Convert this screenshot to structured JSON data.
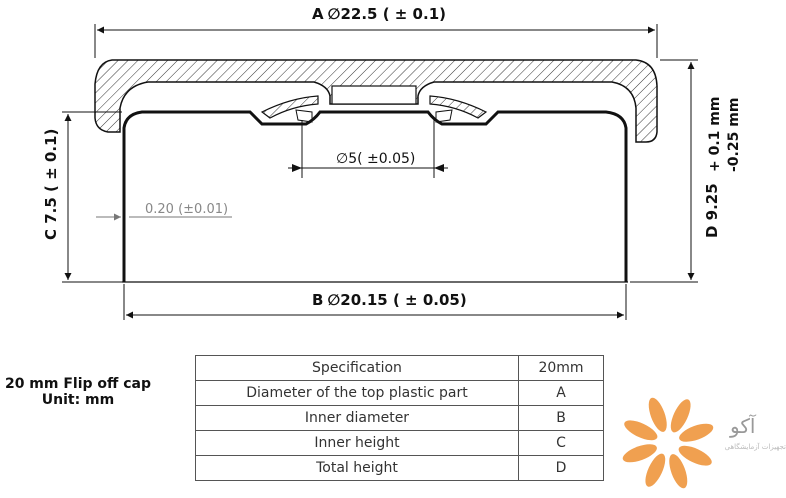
{
  "dimensions": {
    "a_label": "A",
    "a_value": "∅22.5 ( ± 0.1)",
    "b_label": "B",
    "b_value": "∅20.15 ( ± 0.05)",
    "c_label": "C 7.5 ( ± 0.1)",
    "d_label": "D 9.25",
    "d_tol_plus": "+ 0.1 mm",
    "d_tol_minus": "-0.25 mm",
    "hole_value": "∅5( ±0.05)",
    "thickness_value": "0.20 (±0.01)"
  },
  "caption": {
    "line1": "20 mm Flip off cap",
    "line2": "Unit: mm"
  },
  "table": {
    "header": [
      "Specification",
      "20mm"
    ],
    "rows": [
      [
        "Diameter of the top plastic part",
        "A"
      ],
      [
        "Inner diameter",
        "B"
      ],
      [
        "Inner height",
        "C"
      ],
      [
        "Total height",
        "D"
      ]
    ]
  },
  "brand": {
    "name": "آکو",
    "tagline": "تجهیزات آزمایشگاهی"
  },
  "colors": {
    "logo_orange": "#f0a050",
    "line": "#111111",
    "hatch": "#333333"
  }
}
